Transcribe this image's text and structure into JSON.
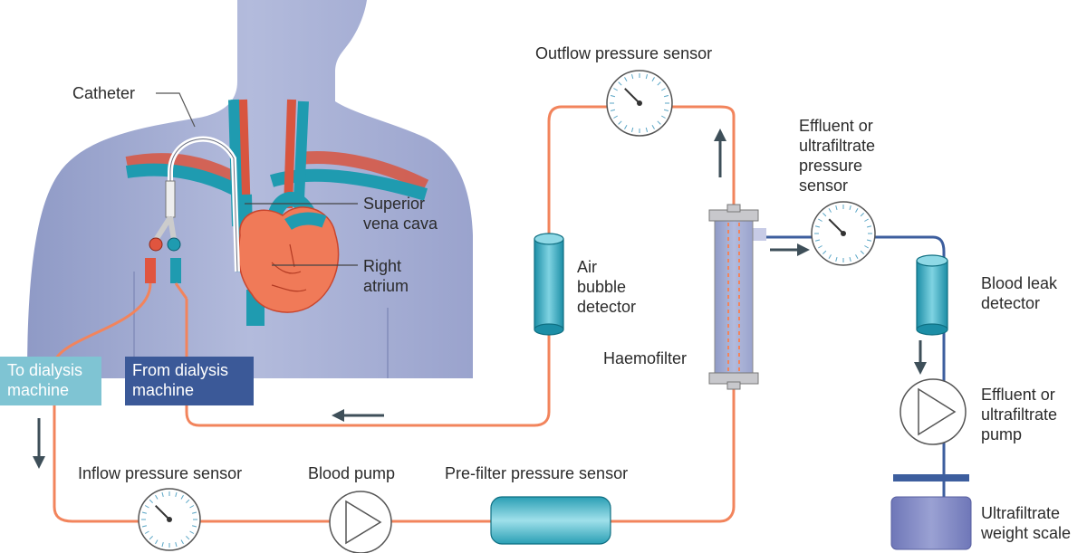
{
  "labels": {
    "catheter": "Catheter",
    "superior_vena_cava": [
      "Superior",
      "vena cava"
    ],
    "right_atrium": [
      "Right",
      "atrium"
    ],
    "air_bubble_detector": [
      "Air",
      "bubble",
      "detector"
    ],
    "haemofilter": "Haemofilter",
    "outflow_pressure_sensor": "Outflow pressure sensor",
    "effluent_pressure_sensor": [
      "Effluent or",
      "ultrafiltrate",
      "pressure",
      "sensor"
    ],
    "blood_leak_detector": [
      "Blood leak",
      "detector"
    ],
    "effluent_pump": [
      "Effluent or",
      "ultrafiltrate",
      "pump"
    ],
    "weight_scale": [
      "Ultrafiltrate",
      "weight scale"
    ],
    "inflow_pressure_sensor": "Inflow pressure sensor",
    "blood_pump": "Blood pump",
    "pre_filter_pressure_sensor": "Pre-filter pressure sensor",
    "to_dialysis_machine": [
      "To dialysis",
      "machine"
    ],
    "from_dialysis_machine": [
      "From dialysis",
      "machine"
    ]
  },
  "colors": {
    "body": "#a9b3d6",
    "tubing": "#f2845c",
    "effluent_tubing": "#3d5e9e",
    "teal": "#1f9bb0",
    "artery": "#e0553f",
    "to_box": "#7fc4d3",
    "from_box": "#3b5998",
    "arrow": "#3e4f59",
    "scale": "#7e86c4",
    "filter": "#c7cbe6"
  },
  "icons": [
    "gauge-icon",
    "pump-triangle-icon",
    "flow-arrow-icon",
    "heart-illustration"
  ]
}
